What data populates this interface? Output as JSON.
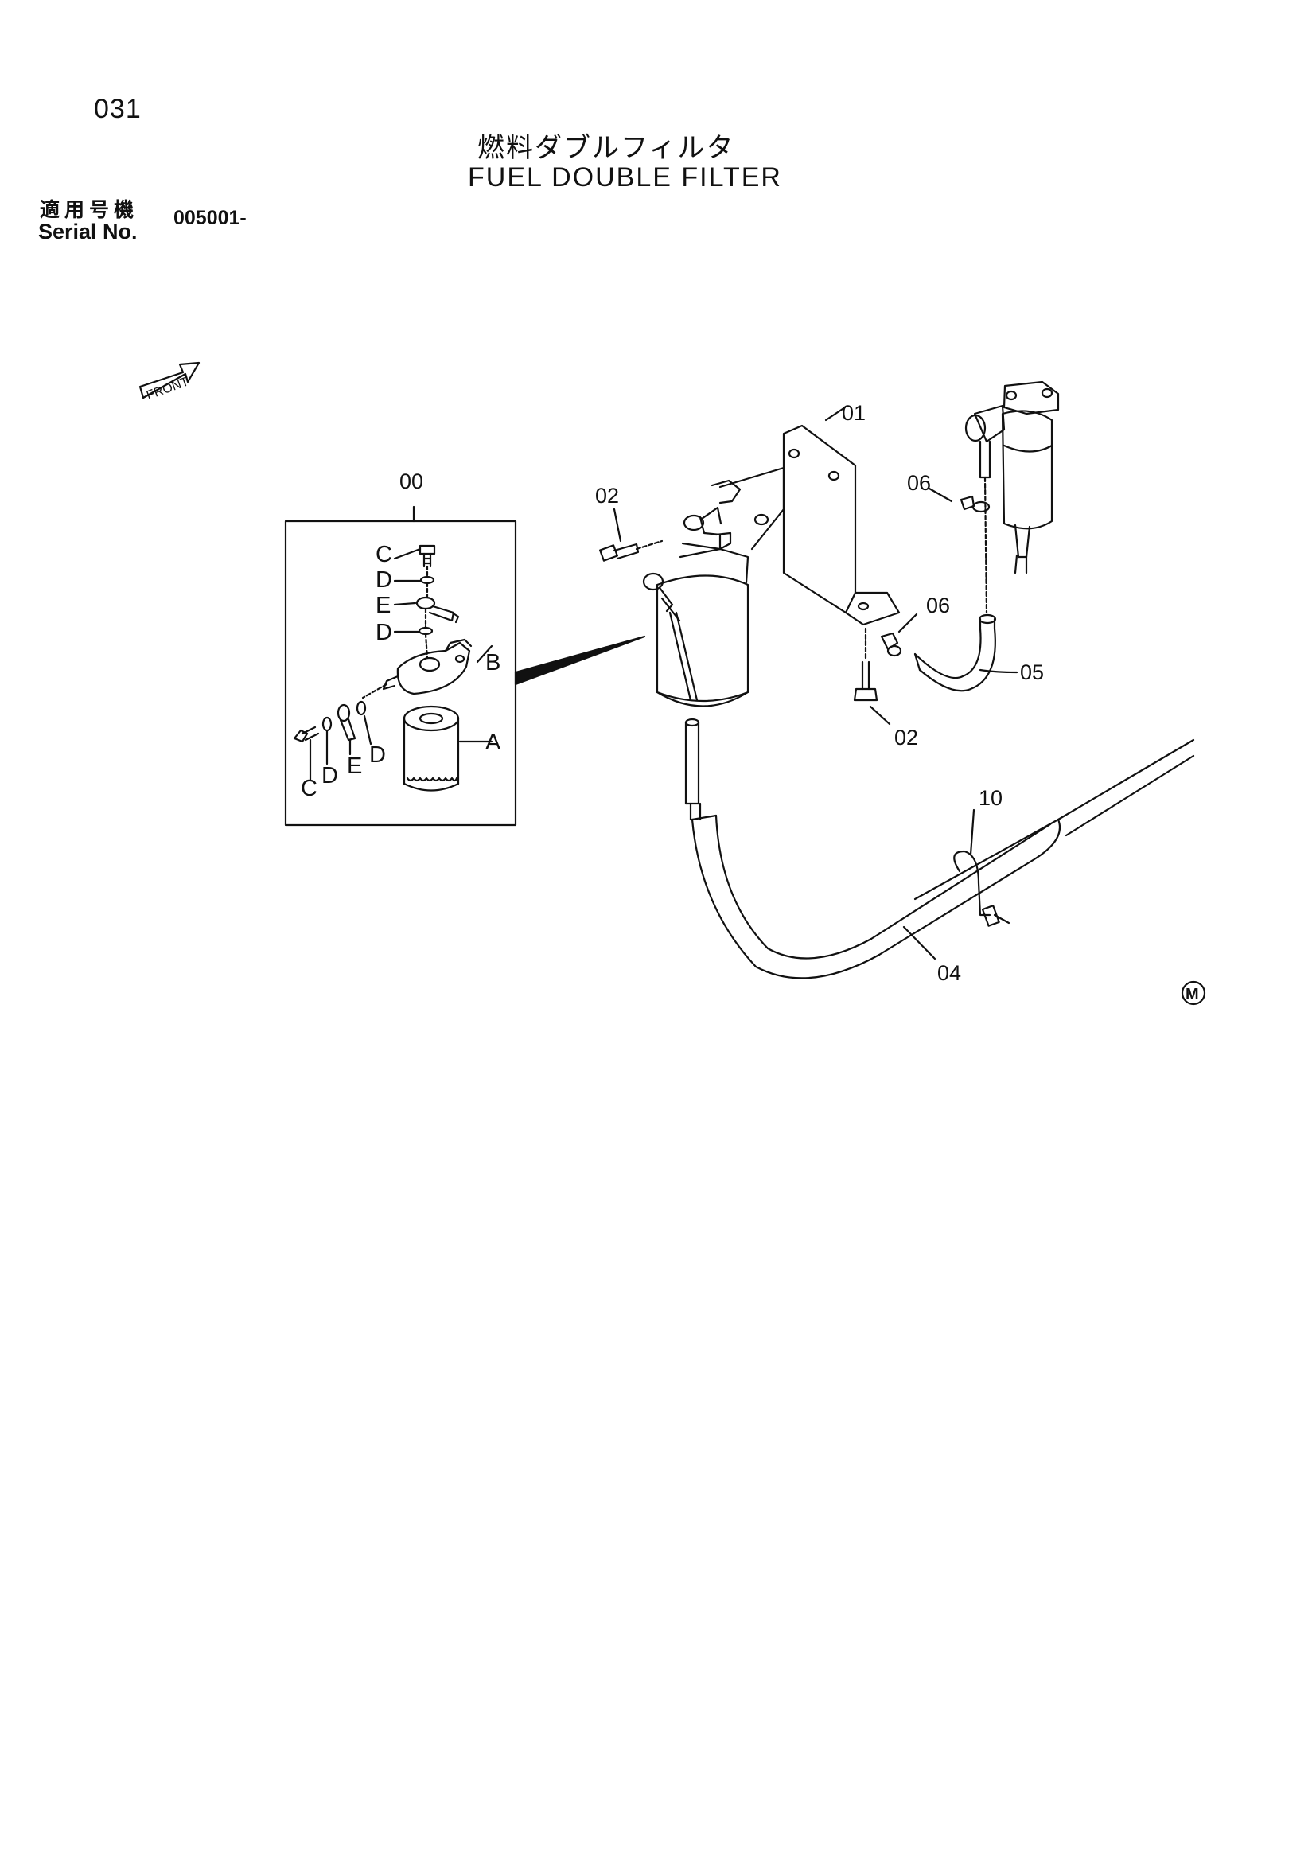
{
  "header": {
    "page_number": "031",
    "title_ja": "燃料ダブルフィルタ",
    "title_en": "FUEL DOUBLE FILTER"
  },
  "serial": {
    "label_ja": "適用号機",
    "label_en": "Serial No.",
    "value": "005001-"
  },
  "diagram": {
    "front_marker": "FRONT",
    "model_mark": "M",
    "part_labels": {
      "p00": "00",
      "p01": "01",
      "p02a": "02",
      "p02b": "02",
      "p04": "04",
      "p05": "05",
      "p06a": "06",
      "p06b": "06",
      "p10": "10"
    },
    "inset_labels": {
      "c_top": "C",
      "d_top": "D",
      "e_mid": "E",
      "d_mid": "D",
      "b": "B",
      "a": "A",
      "c_bottom": "C",
      "d_bottom": "D",
      "e_bottom": "E",
      "d_side": "D"
    }
  }
}
